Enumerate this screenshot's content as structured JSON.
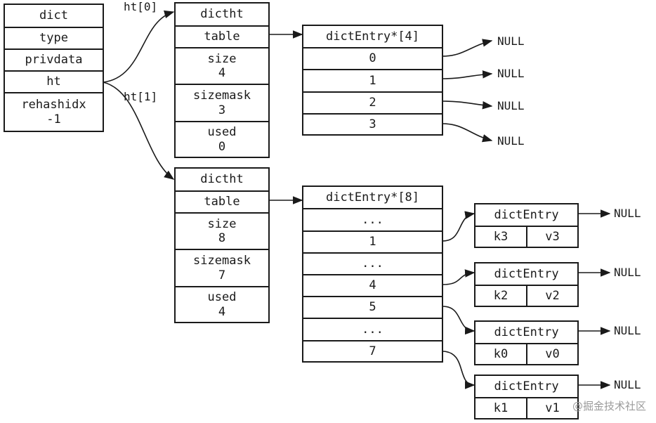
{
  "dict": {
    "header": "dict",
    "type": "type",
    "privdata": "privdata",
    "ht": "ht",
    "rehashidx": [
      "rehashidx",
      "-1"
    ]
  },
  "labels": {
    "ht0": "ht[0]",
    "ht1": "ht[1]"
  },
  "ht0": {
    "header": "dictht",
    "table": "table",
    "size": [
      "size",
      "4"
    ],
    "sizemask": [
      "sizemask",
      "3"
    ],
    "used": [
      "used",
      "0"
    ]
  },
  "ht1": {
    "header": "dictht",
    "table": "table",
    "size": [
      "size",
      "8"
    ],
    "sizemask": [
      "sizemask",
      "7"
    ],
    "used": [
      "used",
      "4"
    ]
  },
  "table4": {
    "header": "dictEntry*[4]",
    "slots": [
      "0",
      "1",
      "2",
      "3"
    ]
  },
  "table8": {
    "header": "dictEntry*[8]",
    "slots": [
      "...",
      "1",
      "...",
      "4",
      "5",
      "...",
      "7"
    ]
  },
  "entries": [
    {
      "header": "dictEntry",
      "k": "k3",
      "v": "v3"
    },
    {
      "header": "dictEntry",
      "k": "k2",
      "v": "v2"
    },
    {
      "header": "dictEntry",
      "k": "k0",
      "v": "v0"
    },
    {
      "header": "dictEntry",
      "k": "k1",
      "v": "v1"
    }
  ],
  "null_text": "NULL",
  "watermark": "@掘金技术社区"
}
